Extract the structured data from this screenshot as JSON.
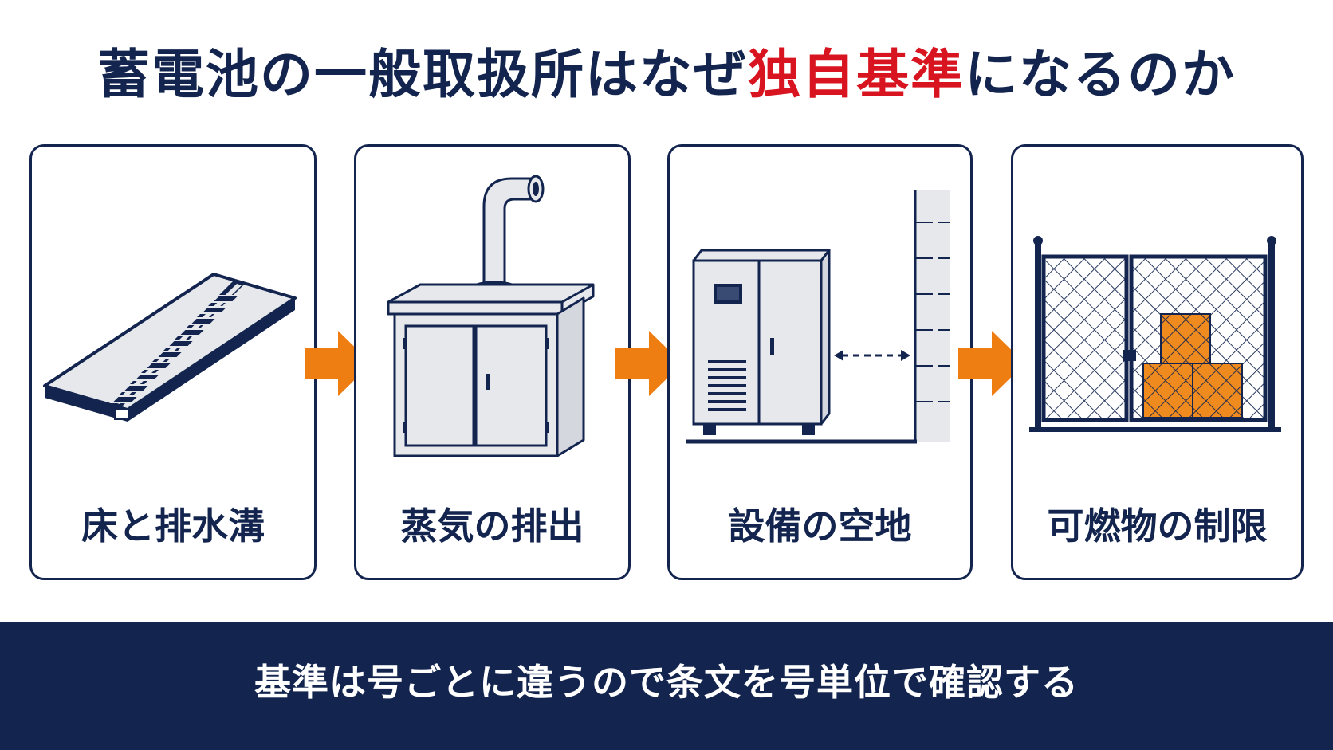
{
  "title": {
    "part1": "蓄電池の一般取扱所はなぜ",
    "accent": "独自基準",
    "part2": "になるのか"
  },
  "cards": [
    {
      "label": "床と排水溝",
      "icon": "floor-drain-icon"
    },
    {
      "label": "蒸気の排出",
      "icon": "steam-exhaust-icon"
    },
    {
      "label": "設備の空地",
      "icon": "equipment-clearance-icon"
    },
    {
      "label": "可燃物の制限",
      "icon": "combustible-restriction-icon"
    }
  ],
  "footer": {
    "text": "基準は号ごとに違うので条文を号単位で確認する"
  },
  "colors": {
    "navy": "#13254f",
    "accent_red": "#d7141f",
    "arrow_orange": "#ee7d12",
    "box_orange": "#ef8a1e",
    "metal_gray": "#e6e8ec"
  }
}
